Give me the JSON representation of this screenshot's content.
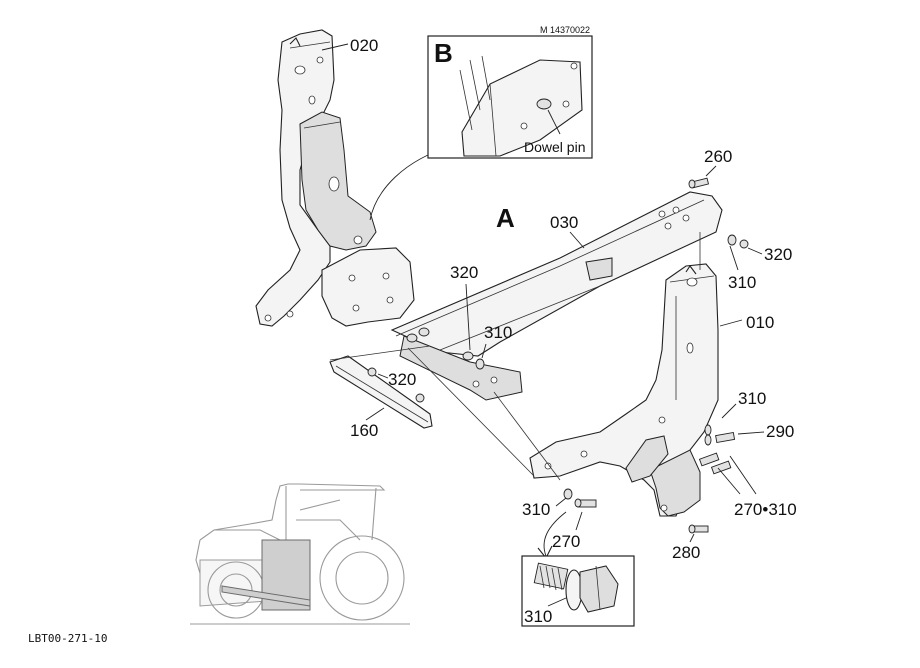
{
  "diagram": {
    "view_labels": {
      "main": "A",
      "detail": "B"
    },
    "drawing_number": "M 14370022",
    "detail_callout": "Dowel pin",
    "footer_code": "LBT00-271-10",
    "part_labels": {
      "p020": "020",
      "p030": "030",
      "p260": "260",
      "p320_right": "320",
      "p310_right": "310",
      "p010": "010",
      "p320_center": "320",
      "p310_center": "310",
      "p320_left": "320",
      "p160": "160",
      "p310_lower_right": "310",
      "p290": "290",
      "p270_310": "270•310",
      "p310_bottom": "310",
      "p270_bottom": "270",
      "p280": "280",
      "p310_inset": "310"
    }
  }
}
